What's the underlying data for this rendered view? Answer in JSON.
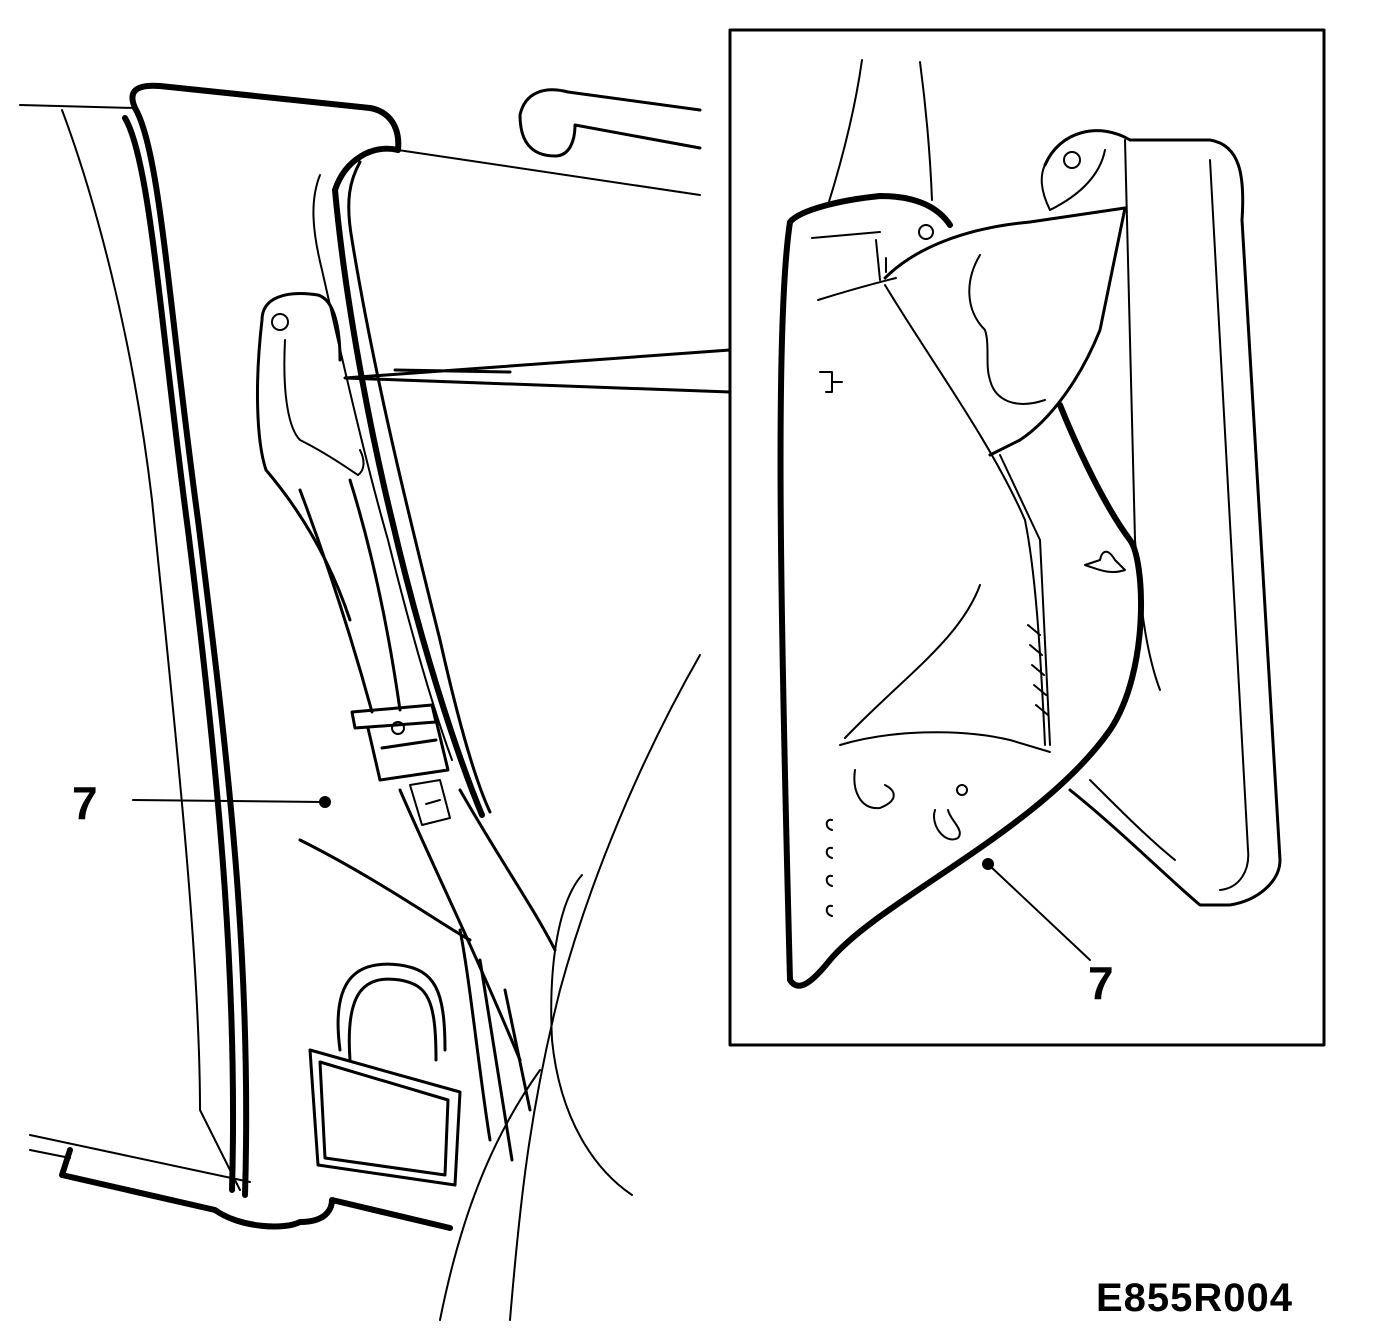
{
  "figure": {
    "callout_left": "7",
    "callout_inset": "7",
    "drawing_code": "E855R004"
  },
  "colors": {
    "ink": "#000000",
    "paper": "#ffffff"
  }
}
